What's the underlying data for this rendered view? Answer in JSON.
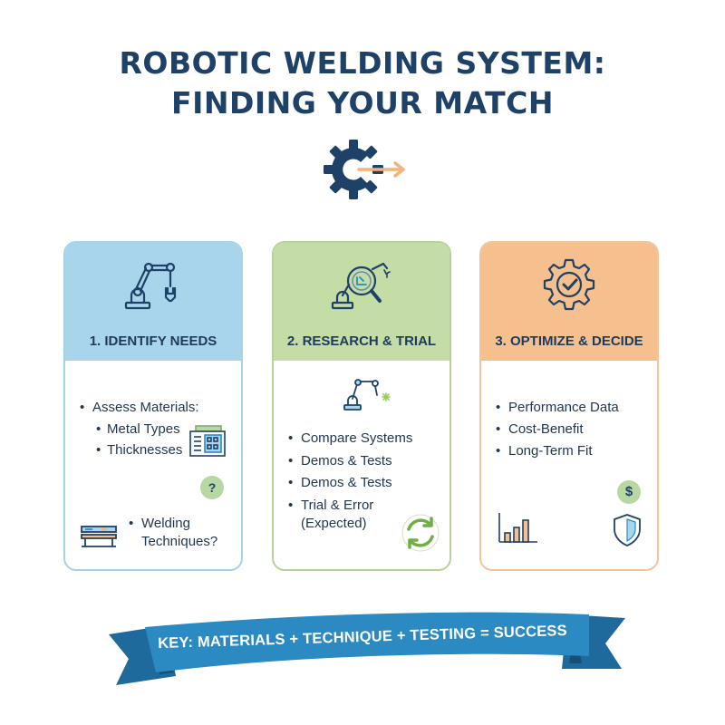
{
  "title_line1": "ROBOTIC WELDING SYSTEM:",
  "title_line2": "FINDING YOUR MATCH",
  "colors": {
    "navy": "#1e4168",
    "blue_header": "#a9d5ec",
    "green_header": "#c4dca6",
    "orange_header": "#f5bf8e",
    "ribbon": "#2b8ac2",
    "accent_green": "#b7d8a3"
  },
  "hero_icons": [
    "gear-icon",
    "arrow-right-icon"
  ],
  "cards": [
    {
      "label": "1. IDENTIFY NEEDS",
      "icon": "robot-arm-wrench-icon",
      "items": {
        "assess": "Assess Materials:",
        "metal_types": "Metal Types",
        "thicknesses": "Thicknesses",
        "question": "?",
        "welding": "Welding",
        "techniques": "Techniques?"
      }
    },
    {
      "label": "2. RESEARCH & TRIAL",
      "icon": "magnifier-robot-icon",
      "items": [
        "Compare Systems",
        "Demos & Tests",
        "Demos & Tests",
        "Trial & Error"
      ],
      "expected": "(Expected)"
    },
    {
      "label": "3. OPTIMIZE & DECIDE",
      "icon": "gear-check-icon",
      "items": [
        "Performance Data",
        "Cost-Benefit",
        "Long-Term Fit"
      ],
      "dollar": "$"
    }
  ],
  "banner_text": "KEY: MATERIALS + TECHNIQUE + TESTING = SUCCESS"
}
